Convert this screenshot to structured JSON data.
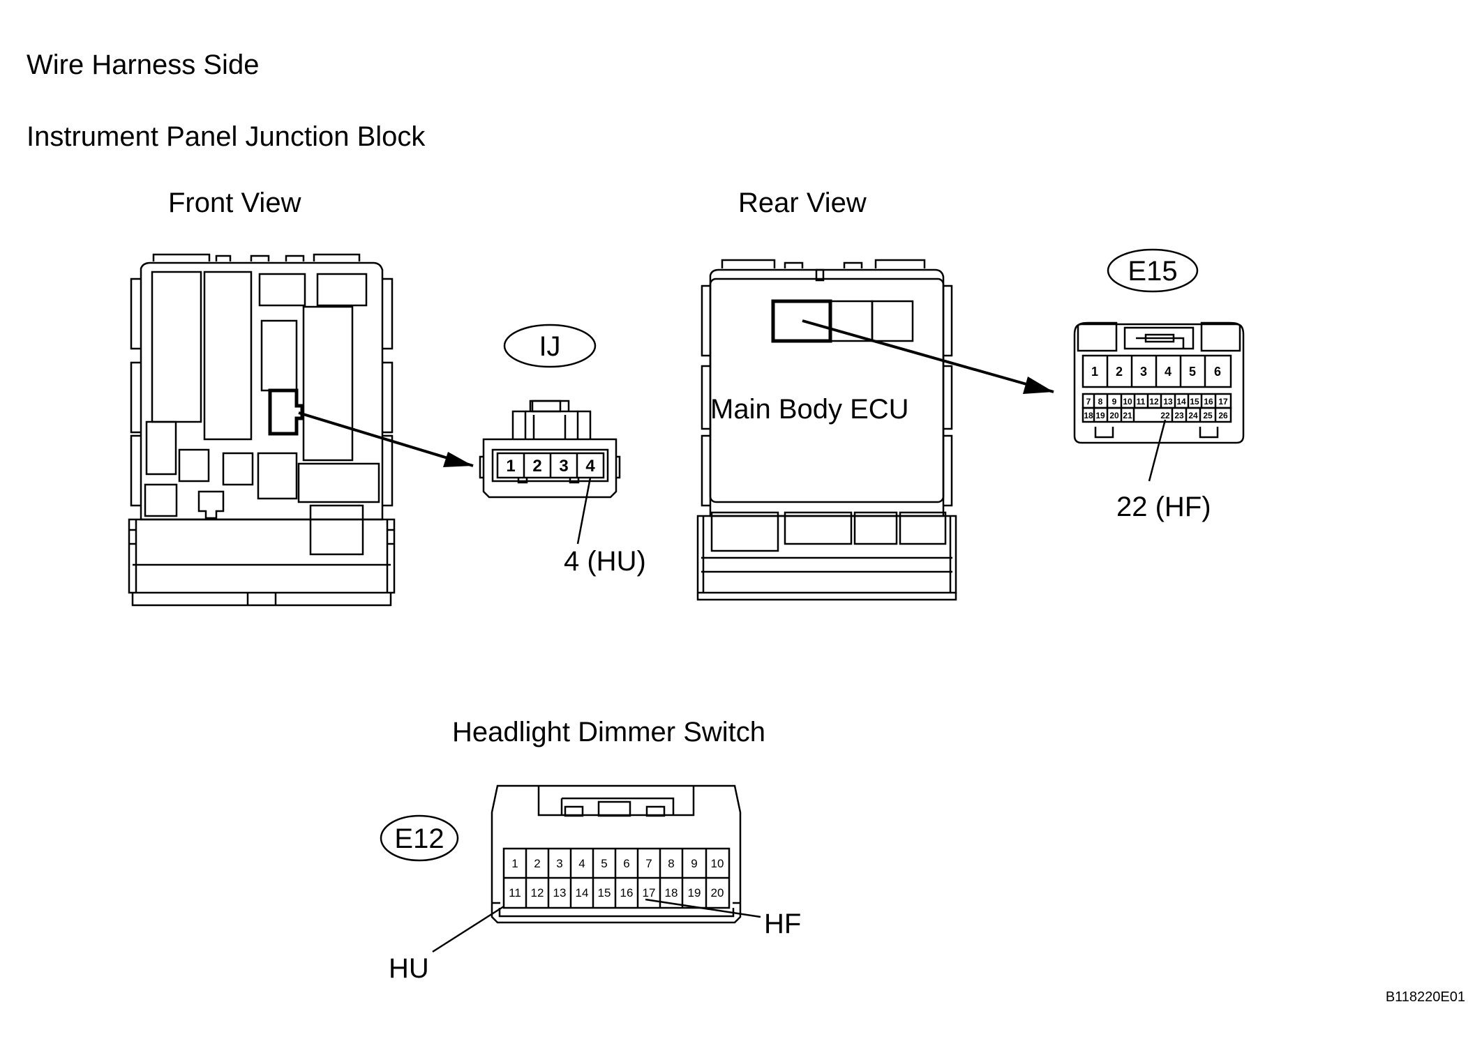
{
  "headings": {
    "wire_harness_side": "Wire Harness Side",
    "junction_block": "Instrument Panel Junction Block",
    "front_view": "Front View",
    "rear_view": "Rear View",
    "dimmer_switch": "Headlight Dimmer Switch"
  },
  "connectors": {
    "ij": {
      "id": "IJ",
      "pins": [
        "1",
        "2",
        "3",
        "4"
      ],
      "callout": "4 (HU)"
    },
    "e15": {
      "id": "E15",
      "top_pins": [
        "1",
        "2",
        "3",
        "4",
        "5",
        "6"
      ],
      "mid_pins": [
        "7",
        "8",
        "9",
        "10",
        "11",
        "12",
        "13",
        "14",
        "15",
        "16",
        "17"
      ],
      "bot_pins_left": [
        "18",
        "19",
        "20",
        "21"
      ],
      "bot_pins_right": [
        "22",
        "23",
        "24",
        "25",
        "26"
      ],
      "callout": "22 (HF)"
    },
    "e12": {
      "id": "E12",
      "row1": [
        "1",
        "2",
        "3",
        "4",
        "5",
        "6",
        "7",
        "8",
        "9",
        "10"
      ],
      "row2": [
        "11",
        "12",
        "13",
        "14",
        "15",
        "16",
        "17",
        "18",
        "19",
        "20"
      ],
      "callout_hu": "HU",
      "callout_hf": "HF"
    }
  },
  "ecu_label": "Main Body ECU",
  "figure_code": "B118220E01"
}
